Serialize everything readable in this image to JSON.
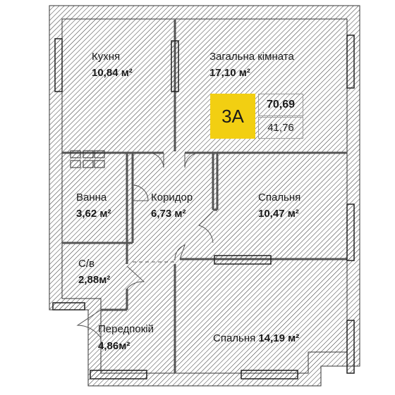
{
  "apartment": {
    "type": "3А",
    "total_area": "70,69",
    "living_area": "41,76",
    "badge_color": "#f2cf12"
  },
  "rooms": {
    "kitchen": {
      "name": "Кухня",
      "area": "10,84 м²"
    },
    "living": {
      "name": "Загальна кімната",
      "area": "17,10 м²"
    },
    "bath": {
      "name": "Ванна",
      "area": "3,62 м²"
    },
    "corridor": {
      "name": "Коридор",
      "area": "6,73 м²"
    },
    "bedroom1": {
      "name": "Спальня",
      "area": "10,47 м²"
    },
    "wc": {
      "name": "С/в",
      "area": "2,88м²"
    },
    "hall": {
      "name": "Передпокій",
      "area": "4,86м²"
    },
    "bedroom2": {
      "name": "Спальня",
      "area": "14,19 м²"
    }
  }
}
